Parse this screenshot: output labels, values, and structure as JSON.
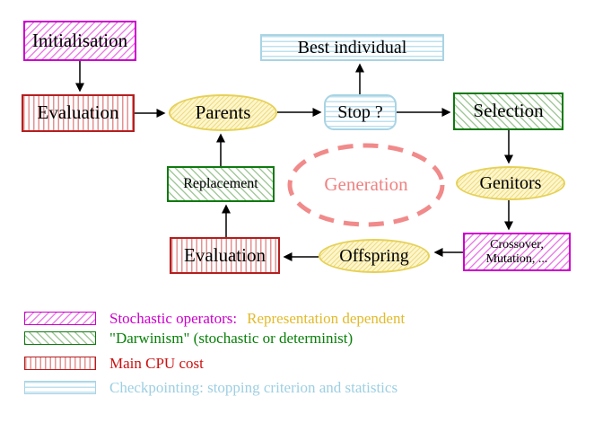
{
  "nodes": {
    "initialisation": {
      "label": "Initialisation"
    },
    "evaluation_top": {
      "label": "Evaluation"
    },
    "parents": {
      "label": "Parents"
    },
    "best_individual": {
      "label": "Best individual"
    },
    "stop": {
      "label": "Stop ?"
    },
    "selection": {
      "label": "Selection"
    },
    "genitors": {
      "label": "Genitors"
    },
    "crossover_mutation": {
      "line1": "Crossover,",
      "line2": "Mutation, ..."
    },
    "offspring": {
      "label": "Offspring"
    },
    "evaluation_bottom": {
      "label": "Evaluation"
    },
    "replacement": {
      "label": "Replacement"
    },
    "generation": {
      "label": "Generation"
    }
  },
  "legend": {
    "items": [
      {
        "swatch": "magenta-diagonal-hatch",
        "label": "Stochastic operators:",
        "label2": "Representation dependent"
      },
      {
        "swatch": "green-diagonal-hatch",
        "label": "\"Darwinism\" (stochastic or determinist)"
      },
      {
        "swatch": "red-vertical-stripes",
        "label": "Main CPU cost"
      },
      {
        "swatch": "cyan-horizontal-stripes",
        "label": "Checkpointing: stopping criterion and statistics"
      }
    ]
  },
  "colors": {
    "magenta": "#cc00cc",
    "green": "#0e7a0e",
    "red": "#b51f1f",
    "cyan_border": "#a8d4e4",
    "cyan_text": "#9dcfe2",
    "gold_text": "#e2ba2a",
    "salmon": "#ef8282",
    "yellow_border": "#e6d158",
    "arrow_black": "#000000"
  }
}
